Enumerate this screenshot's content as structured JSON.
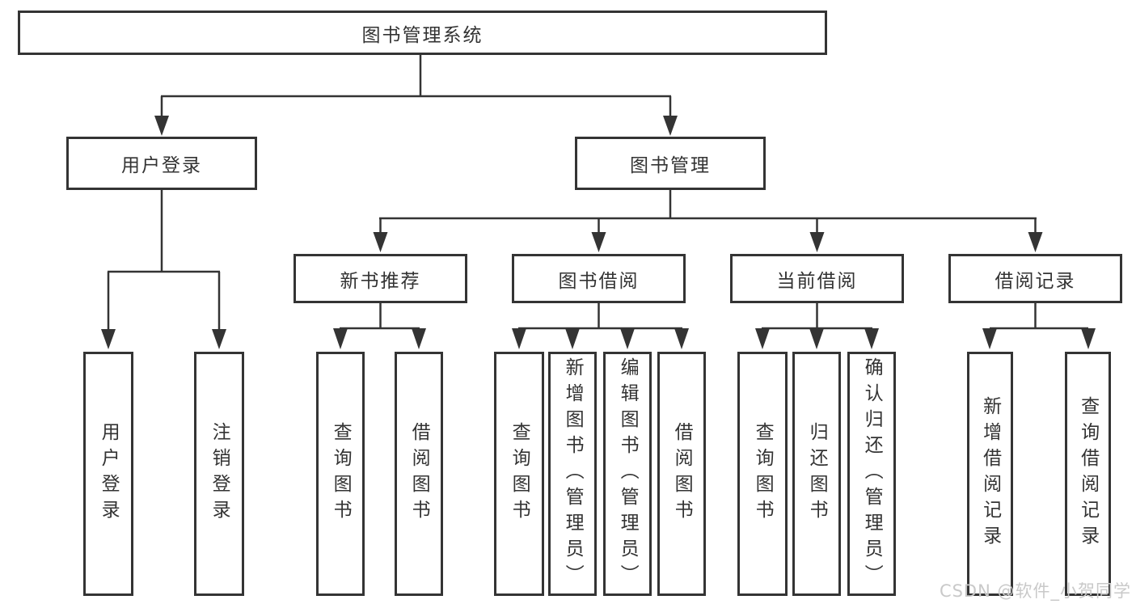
{
  "diagram": {
    "root": {
      "label": "图书管理系统"
    },
    "level1": [
      {
        "label": "用户登录"
      },
      {
        "label": "图书管理"
      }
    ],
    "level2": [
      {
        "label": "新书推荐"
      },
      {
        "label": "图书借阅"
      },
      {
        "label": "当前借阅"
      },
      {
        "label": "借阅记录"
      }
    ],
    "leaves": [
      {
        "label": "用户登录"
      },
      {
        "label": "注销登录"
      },
      {
        "label": "查询图书"
      },
      {
        "label": "借阅图书"
      },
      {
        "label": "查询图书"
      },
      {
        "label": "新增图书（管理员）"
      },
      {
        "label": "编辑图书（管理员）"
      },
      {
        "label": "借阅图书"
      },
      {
        "label": "查询图书"
      },
      {
        "label": "归还图书"
      },
      {
        "label": "确认归还（管理员）"
      },
      {
        "label": "新增借阅记录"
      },
      {
        "label": "查询借阅记录"
      }
    ]
  },
  "watermark": {
    "text": "CSDN @软件_小贺同学"
  },
  "colors": {
    "line": "#343434",
    "box_background": "#ffffff",
    "text": "#333333",
    "watermark": "#c9c9c9"
  }
}
